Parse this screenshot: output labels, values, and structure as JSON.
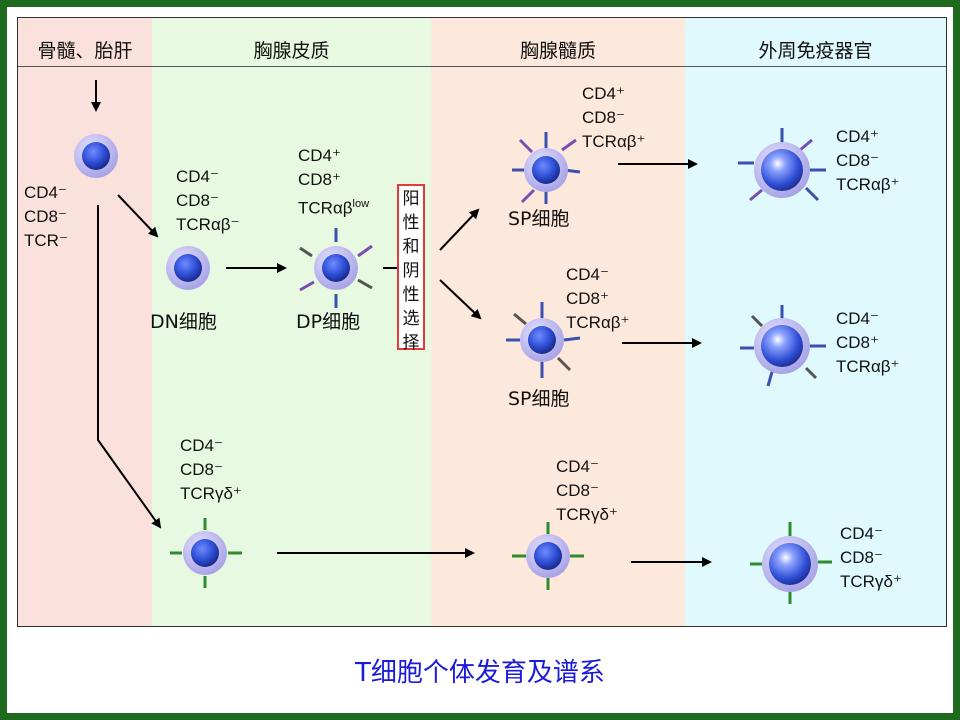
{
  "columns": [
    "骨髓、胎肝",
    "胸腺皮质",
    "胸腺髓质",
    "外周免疫器官"
  ],
  "labels": {
    "precursor": [
      "CD4⁻",
      "CD8⁻",
      "TCR⁻"
    ],
    "dn": [
      "CD4⁻",
      "CD8⁻",
      "TCRαβ⁻"
    ],
    "dp": [
      "CD4⁺",
      "CD8⁺",
      "TCRαβ"
    ],
    "dp_sup": "low",
    "sp_cd4": [
      "CD4⁺",
      "CD8⁻",
      "TCRαβ⁺"
    ],
    "sp_cd8": [
      "CD4⁻",
      "CD8⁺",
      "TCRαβ⁺"
    ],
    "gd_thymus": [
      "CD4⁻",
      "CD8⁻",
      "TCRγδ⁺"
    ],
    "gd_medulla": [
      "CD4⁻",
      "CD8⁻",
      "TCRγδ⁺"
    ],
    "per_cd4": [
      "CD4⁺",
      "CD8⁻",
      "TCRαβ⁺"
    ],
    "per_cd8": [
      "CD4⁻",
      "CD8⁺",
      "TCRαβ⁺"
    ],
    "per_gd": [
      "CD4⁻",
      "CD8⁻",
      "TCRγδ⁺"
    ]
  },
  "cell_names": {
    "dn": "DN细胞",
    "dp": "DP细胞",
    "sp_top": "SP细胞",
    "sp_bottom": "SP细胞"
  },
  "selection_label": [
    "阳",
    "性",
    "和",
    "阴",
    "性",
    "选",
    "择"
  ],
  "title": "T细胞个体发育及谱系",
  "colors": {
    "frame": "#1e6b1e",
    "title": "#1a1ad8",
    "selection_border": "#e03a3a",
    "cell_core": "#2f4fd6",
    "cell_halo": "#b9b5ef"
  }
}
